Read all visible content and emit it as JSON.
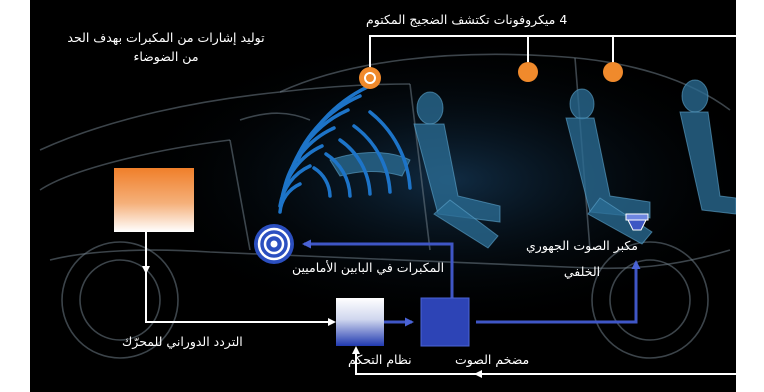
{
  "labels": {
    "generate_signals": [
      "توليد إشارات من المكبرات بهدف الحد",
      "من الضوضاء"
    ],
    "microphones": "4 ميكروفونات تكتشف الضجيج المكتوم",
    "front_speakers": "المكبرات في البابين الأماميين",
    "rear_speaker": [
      "مكبر الصوت الجهوري",
      "الخلفي"
    ],
    "engine_rpm": "التردد الدوراني للمحرّك",
    "control_system": "نظام التحكم",
    "amplifier": "مضخم الصوت"
  },
  "colors": {
    "background": "#000000",
    "flow_line_white": "#ffffff",
    "flow_line_blue": "#3f56c6",
    "microphone": "#f08a2c",
    "amplifier_box": "#2d44b6",
    "sound_wave": "#1d74c8",
    "silhouette": "#2a6c93"
  },
  "icons": {
    "microphone": "orange-circle",
    "front_speaker": "concentric-rings",
    "rear_speaker": "subwoofer-shape"
  }
}
